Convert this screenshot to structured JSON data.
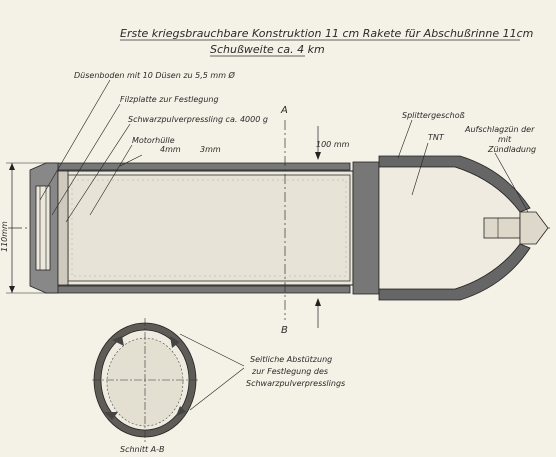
{
  "title": {
    "line1": "Erste kriegsbrauchbare Konstruktion 11 cm Rakete für Abschußrinne 11cm",
    "line2": "Schußweite ca. 4 km"
  },
  "labels": {
    "duesenboden": "Düsenboden mit 10 Düsen zu 5,5 mm Ø",
    "filzplatte": "Filzplatte zur Festlegung",
    "schwarzpulver": "Schwarzpulverpressling ca. 4000 g",
    "motorhuelle": "Motorhülle",
    "dim_4mm": "4mm",
    "dim_3mm": "3mm",
    "dim_100mm": "100 mm",
    "section_a": "A",
    "section_b": "B",
    "splittergeschoss": "Splittergeschoß",
    "tnt": "TNT",
    "aufschlag_1": "Aufschlagzün der",
    "aufschlag_2": "mit",
    "aufschlag_3": "Zündladung",
    "dim_110mm": "110mm",
    "seitliche_1": "Seitliche Abstützung",
    "seitliche_2": "zur Festlegung des",
    "seitliche_3": "Schwarzpulverpresslings",
    "schnitt": "Schnitt A-B"
  },
  "colors": {
    "paper": "#f4f1e6",
    "ink": "#222222",
    "shading": "#7a7670"
  }
}
